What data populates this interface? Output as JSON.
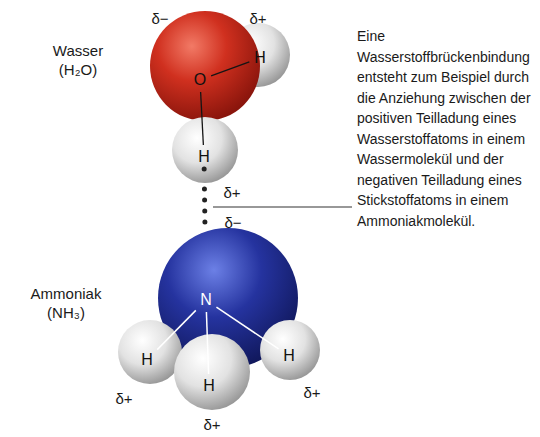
{
  "diagram": {
    "nodes": [
      {
        "text": [
          "O"
        ]
      },
      {
        "text": [
          "H"
        ]
      },
      {
        "text": [
          "H"
        ]
      },
      {
        "text": [
          "N"
        ]
      },
      {
        "text": [
          "H"
        ]
      },
      {
        "text": [
          "H"
        ]
      },
      {
        "text": [
          "H"
        ]
      }
    ],
    "edges": [
      {
        "from": 0,
        "to": 1,
        "arrow": "none"
      },
      {
        "from": 0,
        "to": 2,
        "arrow": "none"
      },
      {
        "from": 2,
        "to": 3,
        "arrow": "none"
      },
      {
        "from": 3,
        "to": 4,
        "arrow": "none"
      },
      {
        "from": 3,
        "to": 5,
        "arrow": "none"
      },
      {
        "from": 3,
        "to": 6,
        "arrow": "none"
      }
    ],
    "labels": [
      "δ−",
      "δ+",
      "Wasser (H₂O)",
      "Eine Wasserstoffbrückenbindung entsteht zum Beispiel durch die Anziehung zwischen der positiven Teilladung eines Wasserstoffatoms in einem Wassermolekül und der negativen Teilladung eines Stickstoffatoms in einem Ammoniakmolekül.",
      "δ+",
      "δ−",
      "Ammoniak (NH₃)",
      "δ+",
      "δ+",
      "δ+"
    ]
  }
}
